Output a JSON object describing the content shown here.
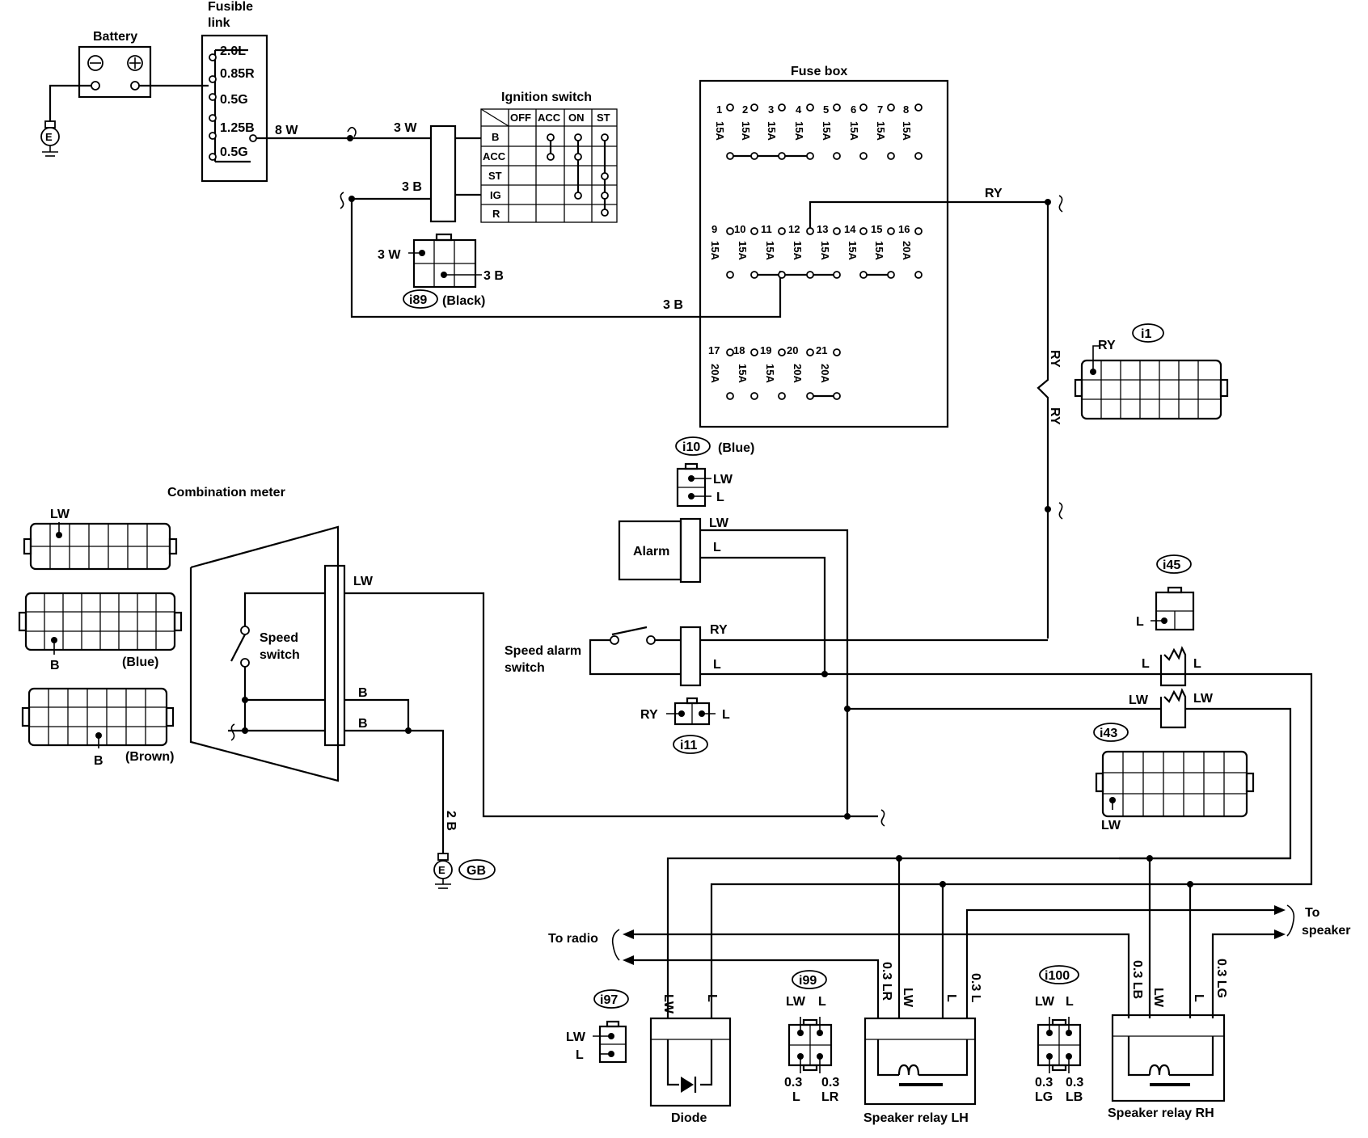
{
  "labels": {
    "battery": "Battery",
    "fusible_link": "Fusible",
    "fusible_link_2": "link",
    "ignition_switch": "Ignition switch",
    "fuse_box": "Fuse box",
    "combination_meter": "Combination meter",
    "speed_switch_1": "Speed",
    "speed_switch_2": "switch",
    "speed_alarm_switch_1": "Speed alarm",
    "speed_alarm_switch_2": "switch",
    "alarm": "Alarm",
    "diode": "Diode",
    "speaker_relay_lh": "Speaker relay LH",
    "speaker_relay_rh": "Speaker relay RH",
    "to_radio": "To radio",
    "to_speaker_1": "To",
    "to_speaker_2": "speaker"
  },
  "fusible_link_values": [
    "2.0L",
    "0.85R",
    "0.5G",
    "1.25B",
    "0.5G"
  ],
  "ignition_columns": [
    "OFF",
    "ACC",
    "ON",
    "ST"
  ],
  "ignition_rows": [
    "B",
    "ACC",
    "ST",
    "IG",
    "R"
  ],
  "fuse_rows": [
    {
      "numbers": [
        "1",
        "2",
        "3",
        "4",
        "5",
        "6",
        "7",
        "8"
      ],
      "ratings": [
        "15A",
        "15A",
        "15A",
        "15A",
        "15A",
        "15A",
        "15A",
        "15A"
      ]
    },
    {
      "numbers": [
        "9",
        "10",
        "11",
        "12",
        "13",
        "14",
        "15",
        "16"
      ],
      "ratings": [
        "15A",
        "15A",
        "15A",
        "15A",
        "15A",
        "15A",
        "15A",
        "20A"
      ]
    },
    {
      "numbers": [
        "17",
        "18",
        "19",
        "20",
        "21"
      ],
      "ratings": [
        "20A",
        "15A",
        "15A",
        "20A",
        "20A"
      ]
    }
  ],
  "connectors": {
    "i89": "i89",
    "i89_note": "(Black)",
    "i1": "i1",
    "i10": "i10",
    "i10_note": "(Blue)",
    "i11": "i11",
    "i45": "i45",
    "i43": "i43",
    "i97": "i97",
    "i99": "i99",
    "i100": "i100",
    "gb": "GB",
    "blue_note": "(Blue)",
    "brown_note": "(Brown)",
    "earth": "E"
  },
  "wire_codes": {
    "w8W": "8 W",
    "w3W": "3 W",
    "w3B": "3 B",
    "w3B_b": "3 B",
    "w3W_conn": "3 W",
    "w3B_conn": "3 B",
    "RY": "RY",
    "LW": "LW",
    "L": "L",
    "B": "B",
    "w2B": "2 B",
    "w03LR": "0.3 LR",
    "w03L": "0.3 L",
    "w03LB": "0.3 LB",
    "w03LG": "0.3 LG",
    "s03a": "0.3",
    "sL": "L",
    "s03b": "0.3",
    "sLR": "LR",
    "s03c": "0.3",
    "sLG": "LG",
    "s03d": "0.3",
    "sLB": "LB"
  }
}
